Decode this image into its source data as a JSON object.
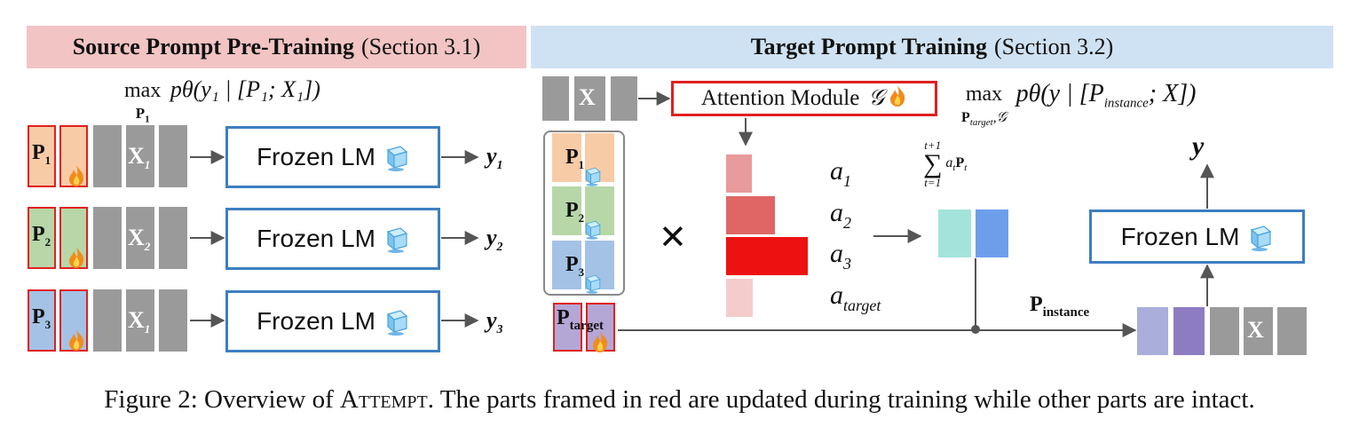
{
  "header": {
    "left_title": "Source Prompt Pre-Training",
    "left_section": "(Section 3.1)",
    "right_title": "Target Prompt Training",
    "right_section": "(Section 3.2)",
    "left_bg": "#f2c4c4",
    "right_bg": "#cfe2f3"
  },
  "left": {
    "objective_max": "max",
    "objective_sub": "P",
    "objective_sub_idx": "1",
    "objective_expr": "pθ(y₁ | [P₁; X₁])",
    "rows": [
      {
        "p": "P",
        "p_sub": "1",
        "x": "X",
        "x_sub": "1",
        "lm": "Frozen LM",
        "y": "y",
        "y_sub": "1",
        "color": "#f8cba7"
      },
      {
        "p": "P",
        "p_sub": "2",
        "x": "X",
        "x_sub": "2",
        "lm": "Frozen LM",
        "y": "y",
        "y_sub": "2",
        "color": "#b7d7a8"
      },
      {
        "p": "P",
        "p_sub": "3",
        "x": "X",
        "x_sub": "1",
        "lm": "Frozen LM",
        "y": "y",
        "y_sub": "3",
        "color": "#a4c2e5"
      }
    ]
  },
  "right": {
    "input_x": "X",
    "attention_label": "Attention Module",
    "attention_symbol": "𝒢",
    "objective_max": "max",
    "objective_sub": "P",
    "objective_sub_idx": "target",
    "objective_sub_tail": ",𝒢",
    "objective_expr": "pθ(y | [P",
    "objective_expr_sub": "instance",
    "objective_expr_tail": "; X])",
    "stack": [
      {
        "p": "P",
        "p_sub": "1",
        "color": "#f8cba7"
      },
      {
        "p": "P",
        "p_sub": "2",
        "color": "#b7d7a8"
      },
      {
        "p": "P",
        "p_sub": "3",
        "color": "#a4c2e5"
      }
    ],
    "target_p": "P",
    "target_sub": "target",
    "target_color": "#b4a7d6",
    "times": "✕",
    "weights": [
      {
        "a": "a",
        "sub": "1",
        "value": 0.32,
        "color": "#e99a9a"
      },
      {
        "a": "a",
        "sub": "2",
        "value": 0.6,
        "color": "#e06666"
      },
      {
        "a": "a",
        "sub": "3",
        "value": 1.0,
        "color": "#ee1111"
      },
      {
        "a": "a",
        "sub": "target",
        "value": 0.33,
        "color": "#f4cccc"
      }
    ],
    "sum_top": "t+1",
    "sum_bottom": "t=1",
    "sum_term": "a",
    "sum_term_sub": "t",
    "sum_term_p": "P",
    "sum_term_p_sub": "t",
    "instance_label": "P",
    "instance_sub": "instance",
    "instance_colors": [
      "#a9aedb",
      "#8e7cc3"
    ],
    "mix_colors": [
      "#a2e4dc",
      "#6d9eeb"
    ],
    "output_x": "X",
    "lm": "Frozen LM",
    "output_y": "y"
  },
  "caption": {
    "prefix": "Figure 2: Overview of",
    "name": "Attempt",
    "suffix": ". The parts framed in red are updated during training while other parts are intact."
  }
}
